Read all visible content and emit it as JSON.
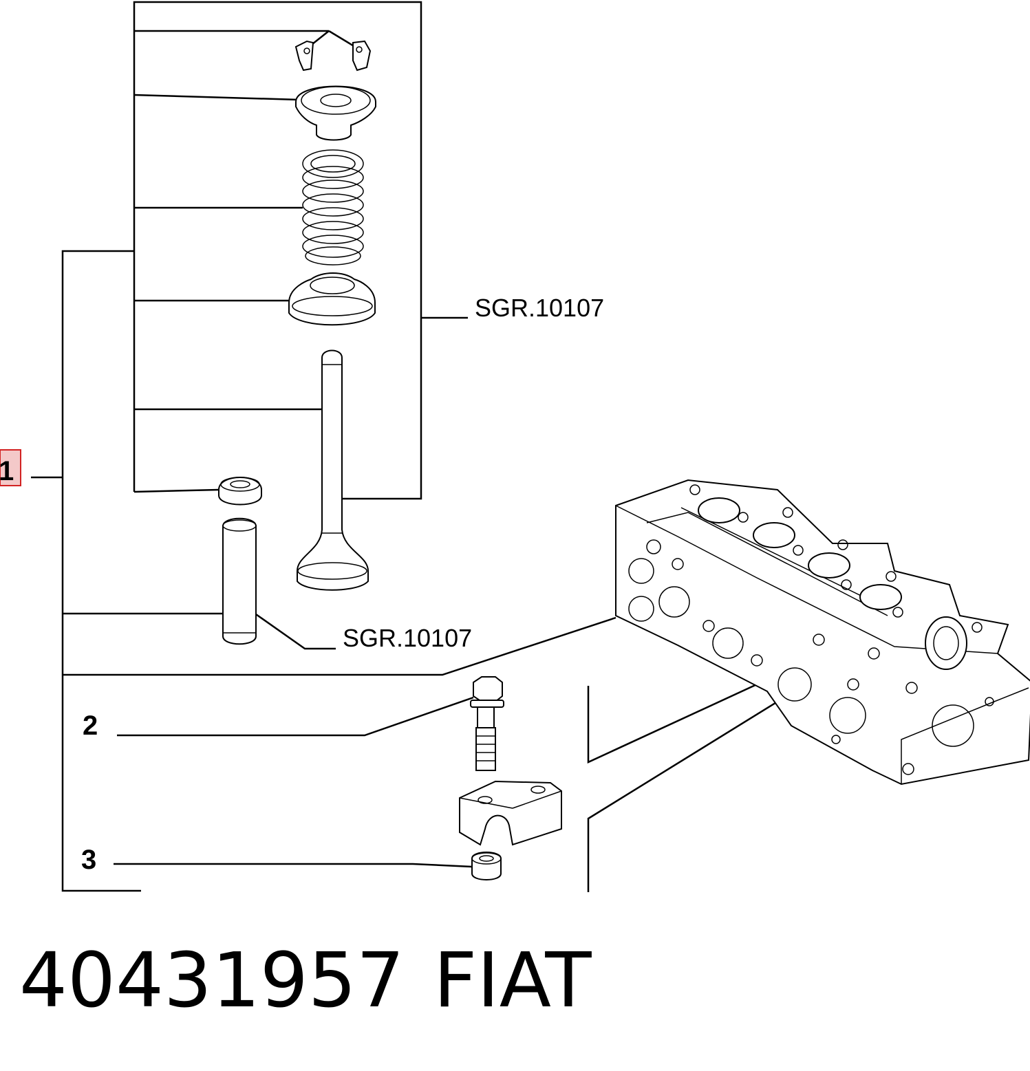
{
  "callouts": {
    "item_1": "1",
    "item_2": "2",
    "item_3": "3"
  },
  "references": {
    "valve_group": "SGR.10107",
    "valve_guide": "SGR.10107"
  },
  "footer": {
    "part_number": "40431957",
    "brand": "FIAT"
  },
  "colors": {
    "highlight_fill": "#f4c9c9",
    "highlight_border": "#d22222"
  },
  "icons": {
    "valve_keepers": "valve-keepers-icon",
    "spring_retainer": "spring-retainer-icon",
    "valve_spring": "valve-spring-icon",
    "spring_seat": "spring-seat-icon",
    "valve": "valve-icon",
    "valve_stem_seal": "valve-stem-seal-icon",
    "valve_guide": "valve-guide-icon",
    "bolt": "bolt-icon",
    "cam_bearing_cap": "bearing-cap-icon",
    "dowel_bush": "dowel-bush-icon",
    "cylinder_head": "cylinder-head-icon"
  }
}
